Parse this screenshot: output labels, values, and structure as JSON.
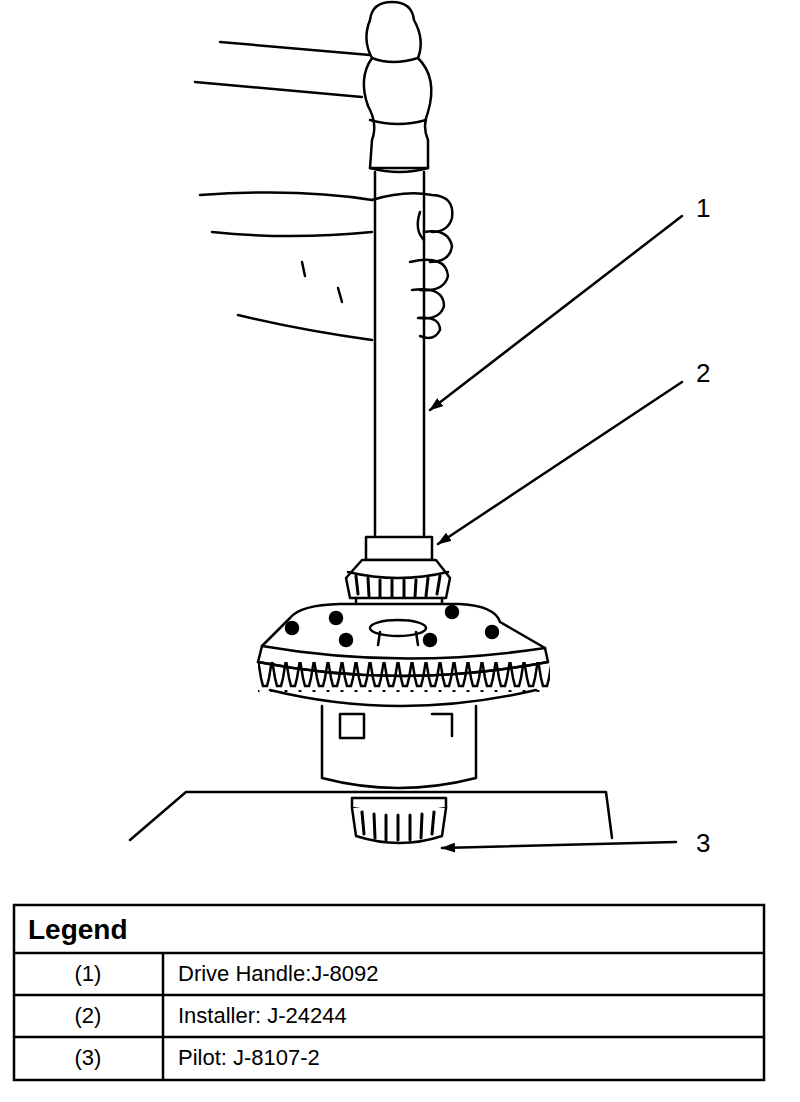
{
  "diagram": {
    "labels": [
      "1",
      "2",
      "3",
      "Legend",
      "(1)",
      "Drive Handle:J-8092",
      "(2)",
      "Installer: J-24244",
      "(3)",
      "Pilot: J-8107-2"
    ]
  }
}
